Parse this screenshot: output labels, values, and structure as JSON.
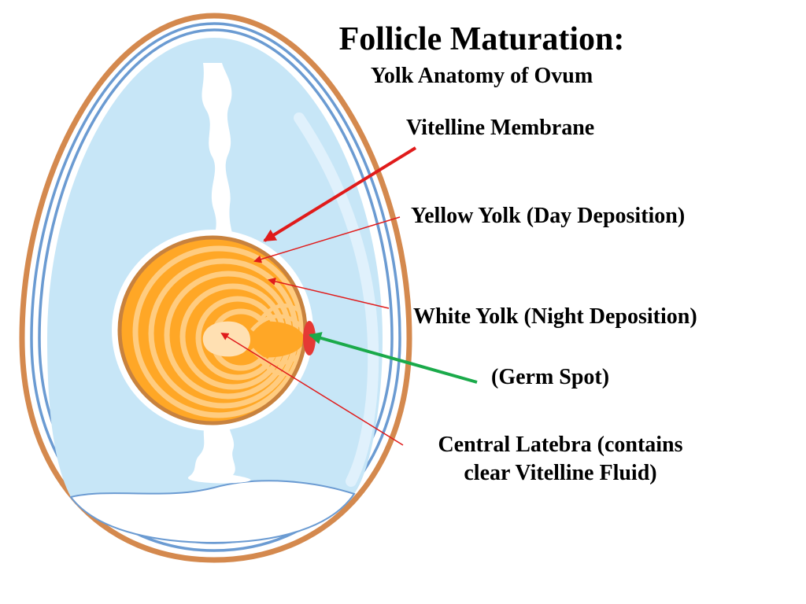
{
  "title": "Follicle Maturation:",
  "subtitle": "Yolk Anatomy of Ovum",
  "labels": {
    "vitelline_membrane": "Vitelline Membrane",
    "yellow_yolk": "Yellow Yolk (Day Deposition)",
    "white_yolk": "White Yolk (Night Deposition)",
    "germ_spot": "(Germ Spot)",
    "latebra_line1": "Central Latebra (contains",
    "latebra_line2": "clear Vitelline Fluid)"
  },
  "colors": {
    "shell_outer": "#d4894e",
    "shell_blue": "#6b9bd2",
    "albumen": "#c7e6f7",
    "chalaza": "#ffffff",
    "yolk_orange": "#ffa726",
    "yolk_light": "#ffcc80",
    "membrane": "#c8823e",
    "germ_spot": "#e53935",
    "arrow_red": "#e01b1b",
    "arrow_green": "#1aaa4a"
  },
  "icons": {
    "egg": "egg-cross-section-icon",
    "germ": "germ-spot-icon"
  }
}
